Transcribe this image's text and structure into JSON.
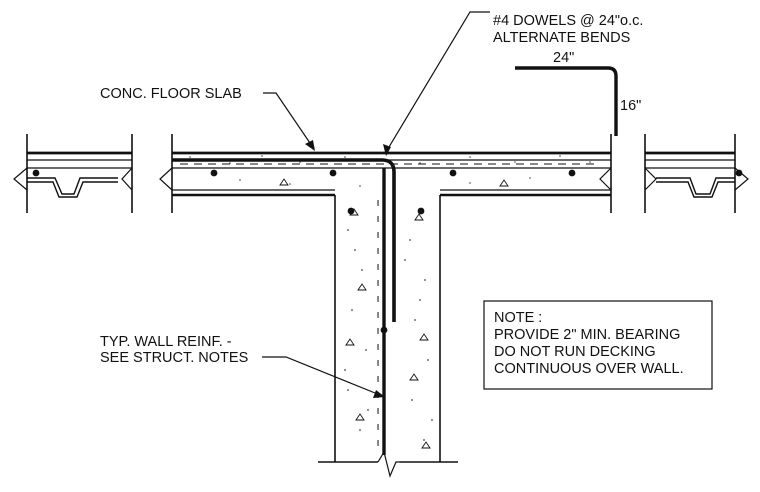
{
  "labels": {
    "dowels_line1": "#4 DOWELS @ 24\"o.c.",
    "dowels_line2": "ALTERNATE BENDS",
    "dim_horizontal": "24\"",
    "dim_vertical": "16\"",
    "floor_slab": "CONC. FLOOR SLAB",
    "wall_reinf_line1": "TYP. WALL REINF. -",
    "wall_reinf_line2": "SEE STRUCT. NOTES"
  },
  "note": {
    "title": "NOTE :",
    "line1": "PROVIDE 2\" MIN. BEARING",
    "line2": "DO NOT RUN DECKING",
    "line3": "CONTINUOUS OVER WALL."
  }
}
